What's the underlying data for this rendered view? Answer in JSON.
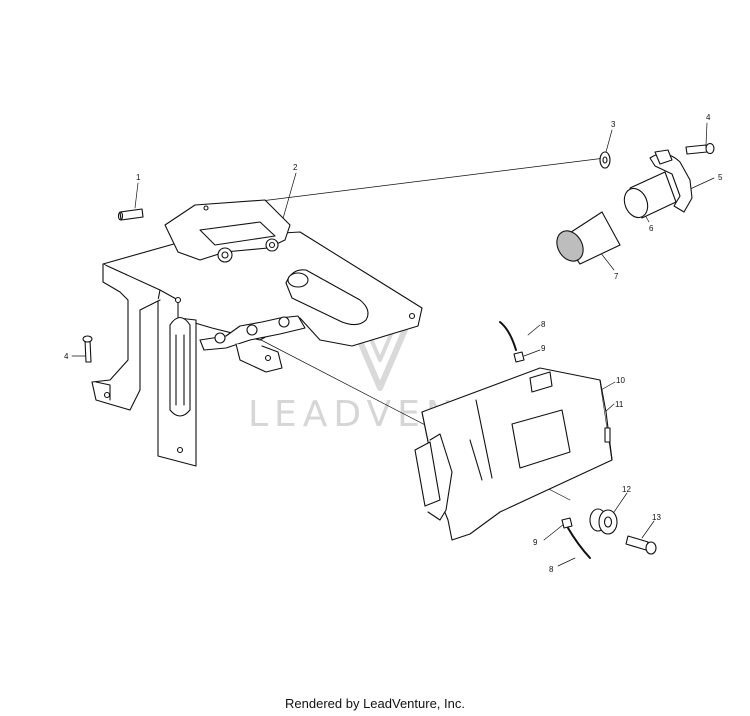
{
  "callouts": {
    "c1": "1",
    "c2": "2",
    "c3": "3",
    "c4a": "4",
    "c4b": "4",
    "c5": "5",
    "c6": "6",
    "c7": "7",
    "c8a": "8",
    "c8b": "8",
    "c9a": "9",
    "c9b": "9",
    "c10": "10",
    "c11": "11",
    "c12": "12",
    "c13": "13"
  },
  "watermark": {
    "text": "LEADVENTURE"
  },
  "footer": {
    "text": "Rendered by LeadVenture, Inc."
  },
  "colors": {
    "line": "#111111",
    "shade": "#bdbdbd",
    "watermark": "#d6d6d6"
  }
}
